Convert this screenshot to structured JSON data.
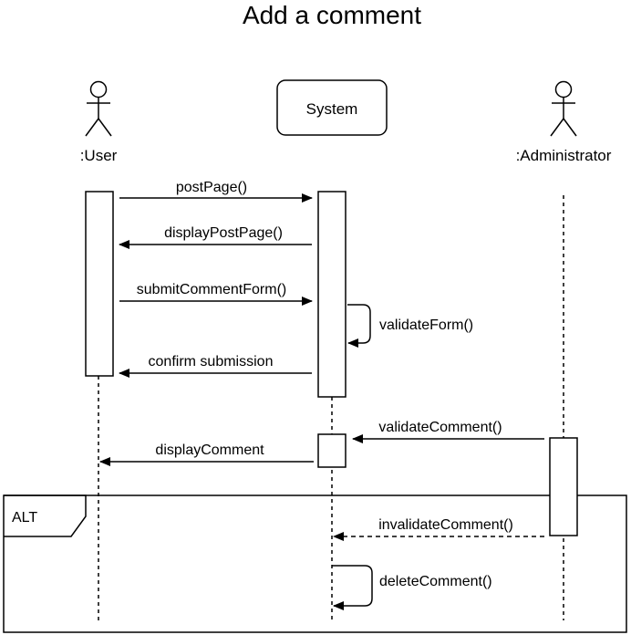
{
  "title": "Add a comment",
  "lifelines": {
    "user": ":User",
    "system": "System",
    "admin": ":Administrator"
  },
  "messages": {
    "m1": "postPage()",
    "m2": "displayPostPage()",
    "m3": "submitCommentForm()",
    "m4": "validateForm()",
    "m5": "confirm submission",
    "m6": "validateComment()",
    "m7": "displayComment",
    "m8": "invalidateComment()",
    "m9": "deleteComment()"
  },
  "fragment": {
    "operator": "ALT"
  },
  "colors": {
    "stroke": "#000000",
    "background": "#ffffff"
  }
}
